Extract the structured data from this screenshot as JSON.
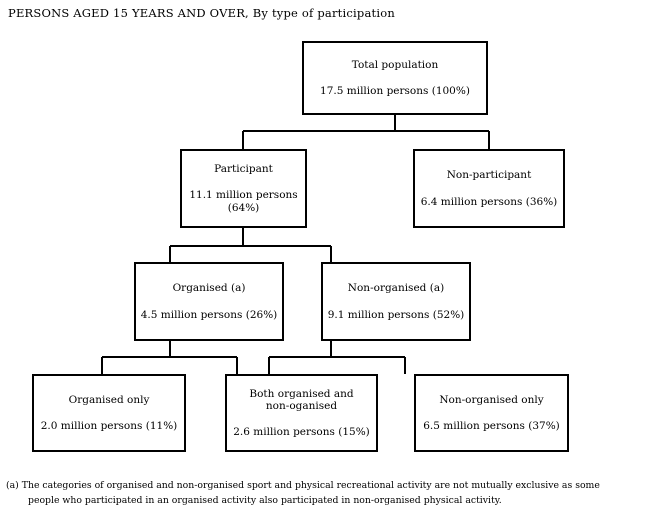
{
  "title": "PERSONS AGED 15 YEARS AND OVER,  By type of participation",
  "colors": {
    "background": "#ffffff",
    "box_border": "#000000",
    "connector": "#000000",
    "text": "#000000"
  },
  "chart_data": {
    "type": "diagram",
    "subtype": "hierarchy-tree",
    "title": "PERSONS AGED 15 YEARS AND OVER,  By type of participation",
    "unit": "million persons",
    "nodes": [
      {
        "id": "total-population",
        "level": 0,
        "label": "Total population",
        "value": "17.5 million persons (100%)",
        "amount": 17.5,
        "percent": 100
      },
      {
        "id": "participant",
        "level": 1,
        "label": "Participant",
        "value": "11.1 million persons (64%)",
        "amount": 11.1,
        "percent": 64,
        "parent": "total-population"
      },
      {
        "id": "non-participant",
        "level": 1,
        "label": "Non-participant",
        "value": "6.4 million persons (36%)",
        "amount": 6.4,
        "percent": 36,
        "parent": "total-population"
      },
      {
        "id": "organised",
        "level": 2,
        "label": "Organised (a)",
        "value": "4.5 million persons (26%)",
        "amount": 4.5,
        "percent": 26,
        "parent": "participant"
      },
      {
        "id": "non-organised",
        "level": 2,
        "label": "Non-organised (a)",
        "value": "9.1 million persons (52%)",
        "amount": 9.1,
        "percent": 52,
        "parent": "participant"
      },
      {
        "id": "organised-only",
        "level": 3,
        "label": "Organised only",
        "value": "2.0 million persons (11%)",
        "amount": 2.0,
        "percent": 11,
        "parent": "organised"
      },
      {
        "id": "both-organised-and-non-organised",
        "level": 3,
        "label": "Both organised and\nnon-oganised",
        "value": "2.6 million persons (15%)",
        "amount": 2.6,
        "percent": 15,
        "parent": "organised,non-organised"
      },
      {
        "id": "non-organised-only",
        "level": 3,
        "label": "Non-organised only",
        "value": "6.5 million persons (37%)",
        "amount": 6.5,
        "percent": 37,
        "parent": "non-organised"
      }
    ]
  },
  "footnote": {
    "line1": "(a) The categories of organised and non-organised sport and physical recreational activity are not mutually exclusive as some",
    "line2": "people  who participated in an organised activity also participated in non-organised physical activity."
  }
}
